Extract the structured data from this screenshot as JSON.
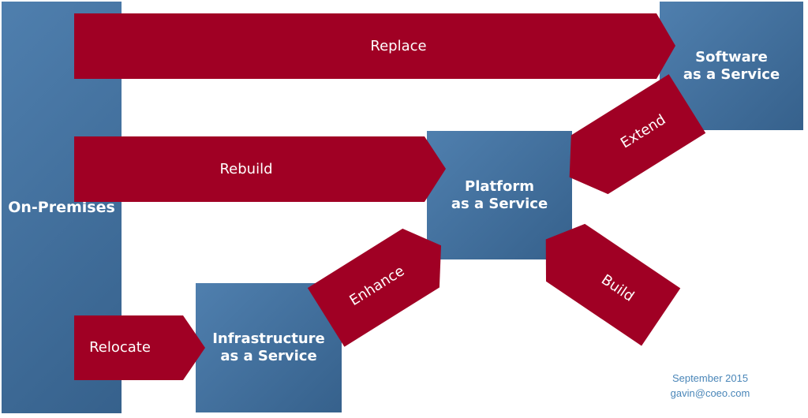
{
  "boxes": {
    "on_premises": [
      "On-Premises"
    ],
    "saas": [
      "Software",
      "as a Service"
    ],
    "paas": [
      "Platform",
      "as a Service"
    ],
    "iaas": [
      "Infrastructure",
      "as a Service"
    ]
  },
  "arrows": {
    "replace": "Replace",
    "rebuild": "Rebuild",
    "relocate": "Relocate",
    "enhance": "Enhance",
    "extend": "Extend",
    "build": "Build"
  },
  "footer": {
    "date": "September 2015",
    "email": "gavin@coeo.com"
  },
  "colors": {
    "box": "#3f6c99",
    "arrow": "#a00024",
    "footer_text": "#4a86b8"
  }
}
